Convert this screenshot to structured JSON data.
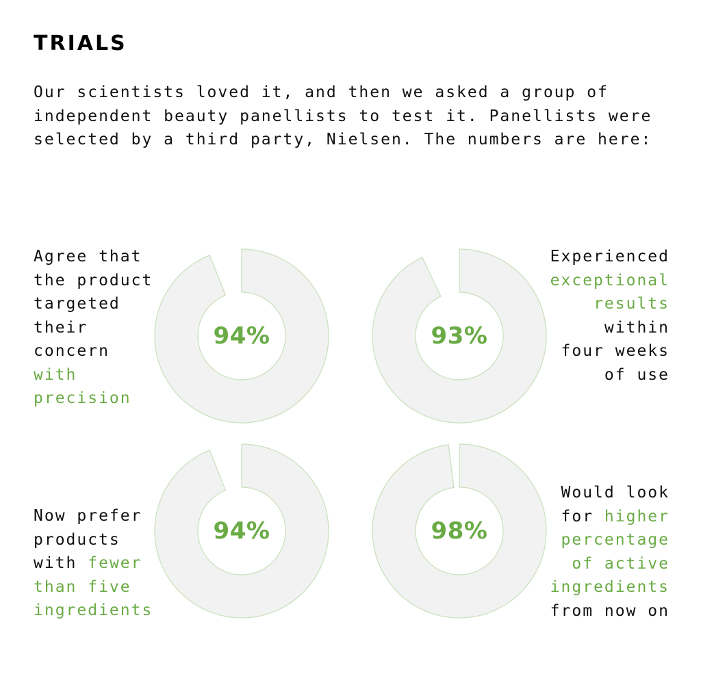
{
  "title": "TRIALS",
  "intro": "Our scientists loved it, and then we asked a group of\nindependent beauty panellists to test it. Panellists were\nselected by a third party, Nielsen. The numbers are here:",
  "colors": {
    "accent": "#6aab45",
    "ring_fill": "#f1f2f1",
    "ring_stroke": "#c9e0bb",
    "text": "#111111"
  },
  "stats": [
    {
      "percent_label": "94%",
      "value": 94,
      "lines": [
        [
          {
            "text": "Agree that",
            "hl": false
          }
        ],
        [
          {
            "text": "the product",
            "hl": false
          }
        ],
        [
          {
            "text": "targeted",
            "hl": false
          }
        ],
        [
          {
            "text": "their",
            "hl": false
          }
        ],
        [
          {
            "text": "concern",
            "hl": false
          }
        ],
        [
          {
            "text": "with",
            "hl": true
          }
        ],
        [
          {
            "text": "precision",
            "hl": true
          }
        ]
      ]
    },
    {
      "percent_label": "93%",
      "value": 93,
      "lines": [
        [
          {
            "text": "Experienced",
            "hl": false
          }
        ],
        [
          {
            "text": "exceptional",
            "hl": true
          }
        ],
        [
          {
            "text": "results",
            "hl": true
          }
        ],
        [
          {
            "text": "within",
            "hl": false
          }
        ],
        [
          {
            "text": "four weeks",
            "hl": false
          }
        ],
        [
          {
            "text": "of use",
            "hl": false
          }
        ]
      ]
    },
    {
      "percent_label": "94%",
      "value": 94,
      "lines": [
        [
          {
            "text": "Now prefer",
            "hl": false
          }
        ],
        [
          {
            "text": "products",
            "hl": false
          }
        ],
        [
          {
            "text": "with ",
            "hl": false
          },
          {
            "text": "fewer",
            "hl": true
          }
        ],
        [
          {
            "text": "than five",
            "hl": true
          }
        ],
        [
          {
            "text": "ingredients",
            "hl": true
          }
        ]
      ]
    },
    {
      "percent_label": "98%",
      "value": 98,
      "lines": [
        [
          {
            "text": "Would look",
            "hl": false
          }
        ],
        [
          {
            "text": "for ",
            "hl": false
          },
          {
            "text": "higher",
            "hl": true
          }
        ],
        [
          {
            "text": "percentage",
            "hl": true
          }
        ],
        [
          {
            "text": "of active",
            "hl": true
          }
        ],
        [
          {
            "text": "ingredients",
            "hl": true
          }
        ],
        [
          {
            "text": "from now on",
            "hl": false
          }
        ]
      ]
    }
  ]
}
